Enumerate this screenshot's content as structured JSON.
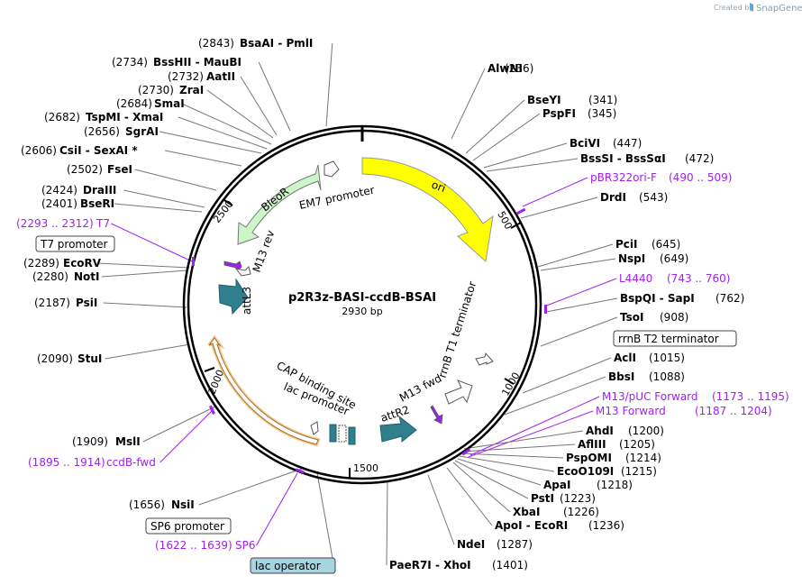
{
  "header": {
    "created_by": "Created by",
    "brand": "SnapGene"
  },
  "plasmid": {
    "name": "p2R3z-BASI-ccdB-BSAI",
    "length": "2930 bp"
  },
  "ticks": [
    "500",
    "1000",
    "1500",
    "2000",
    "2500"
  ],
  "features": {
    "ori": "ori",
    "em7": "EM7 promoter",
    "bleor": "BleoR",
    "m13rev": "M13 rev",
    "attl3": "attL3",
    "cap": "CAP binding site",
    "lacprom": "lac promoter",
    "m13fwd": "M13 fwd",
    "attr2": "attR2",
    "rrnbt1": "rrnB T1 terminator"
  },
  "colors": {
    "ori": "#ffff00",
    "bleor": "#ccf5c8",
    "att": "#2f7f8f",
    "primer": "#a020f0",
    "ccdb_glow": "#f5c88a"
  },
  "right_labels": [
    {
      "name": "AlwNI",
      "pos": "(236)"
    },
    {
      "name": "BseYI",
      "pos": "(341)"
    },
    {
      "name": "PspFI",
      "pos": "(345)"
    },
    {
      "name": "BciVI",
      "pos": "(447)"
    },
    {
      "name": "BssSI  -  BssSαI",
      "pos": "(472)"
    },
    {
      "name": "pBR322ori-F",
      "pos": "(490 .. 509)",
      "kind": "primer"
    },
    {
      "name": "DrdI",
      "pos": "(543)"
    },
    {
      "name": "PciI",
      "pos": "(645)"
    },
    {
      "name": "NspI",
      "pos": "(649)"
    },
    {
      "name": "L4440",
      "pos": "(743 .. 760)",
      "kind": "primer"
    },
    {
      "name": "BspQI  -  SapI",
      "pos": "(762)"
    },
    {
      "name": "TsoI",
      "pos": "(908)"
    },
    {
      "name": "rrnB T2 terminator",
      "pos": "",
      "kind": "boxed"
    },
    {
      "name": "AclI",
      "pos": "(1015)"
    },
    {
      "name": "BbsI",
      "pos": "(1088)"
    },
    {
      "name": "M13/pUC Forward",
      "pos": "(1173 .. 1195)",
      "kind": "primer"
    },
    {
      "name": "M13 Forward",
      "pos": "(1187 .. 1204)",
      "kind": "primer"
    },
    {
      "name": "AhdI",
      "pos": "(1200)"
    },
    {
      "name": "AflIII",
      "pos": "(1205)"
    },
    {
      "name": "PspOMI",
      "pos": "(1214)"
    },
    {
      "name": "EcoO109I",
      "pos": "(1215)"
    },
    {
      "name": "ApaI",
      "pos": "(1218)"
    },
    {
      "name": "PstI",
      "pos": "(1223)"
    },
    {
      "name": "XbaI",
      "pos": "(1226)"
    },
    {
      "name": "ApoI  -  EcoRI",
      "pos": "(1236)"
    },
    {
      "name": "NdeI",
      "pos": "(1287)"
    },
    {
      "name": "PaeR7I  -  XhoI",
      "pos": "(1401)"
    }
  ],
  "left_labels": [
    {
      "name": "BsaAI  -  PmlI",
      "pos": "(2843)"
    },
    {
      "name": "BssHII  -  MauBI",
      "pos": "(2734)"
    },
    {
      "name": "AatII",
      "pos": "(2732)"
    },
    {
      "name": "ZraI",
      "pos": "(2730)"
    },
    {
      "name": "SmaI",
      "pos": "(2684)"
    },
    {
      "name": "TspMI  -  XmaI",
      "pos": "(2682)"
    },
    {
      "name": "SgrAI",
      "pos": "(2656)"
    },
    {
      "name": "CsiI  -  SexAI *",
      "pos": "(2606)"
    },
    {
      "name": "FseI",
      "pos": "(2502)"
    },
    {
      "name": "DraIII",
      "pos": "(2424)"
    },
    {
      "name": "BseRI",
      "pos": "(2401)"
    },
    {
      "name": "T7",
      "pos": "(2293 .. 2312)",
      "kind": "primer"
    },
    {
      "name": "T7 promoter",
      "pos": "",
      "kind": "boxed"
    },
    {
      "name": "EcoRV",
      "pos": "(2289)"
    },
    {
      "name": "NotI",
      "pos": "(2280)"
    },
    {
      "name": "PsiI",
      "pos": "(2187)"
    },
    {
      "name": "StuI",
      "pos": "(2090)"
    },
    {
      "name": "MslI",
      "pos": "(1909)"
    },
    {
      "name": "ccdB-fwd",
      "pos": "(1895 .. 1914)",
      "kind": "primer"
    },
    {
      "name": "NsiI",
      "pos": "(1656)"
    },
    {
      "name": "SP6 promoter",
      "pos": "",
      "kind": "boxed"
    },
    {
      "name": "SP6",
      "pos": "(1622 .. 1639)",
      "kind": "primer"
    },
    {
      "name": "lac operator",
      "pos": "",
      "kind": "boxed-blue"
    }
  ]
}
